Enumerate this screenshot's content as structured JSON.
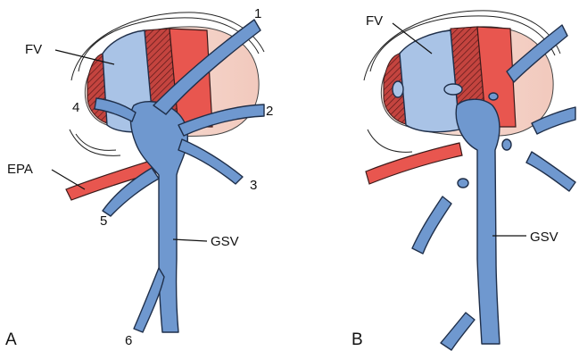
{
  "colors": {
    "vein": "#6f98cf",
    "vein_light": "#a9c3e6",
    "artery": "#e8564f",
    "artery_dark": "#b8383a",
    "wound": "#f4d7cc"
  },
  "panel_a": {
    "letter": "A",
    "labels": {
      "fv": "FV",
      "epa": "EPA",
      "gsv": "GSV",
      "n1": "1",
      "n2": "2",
      "n3": "3",
      "n4": "4",
      "n5": "5",
      "n6": "6"
    }
  },
  "panel_b": {
    "letter": "B",
    "labels": {
      "fv": "FV",
      "gsv": "GSV"
    }
  }
}
